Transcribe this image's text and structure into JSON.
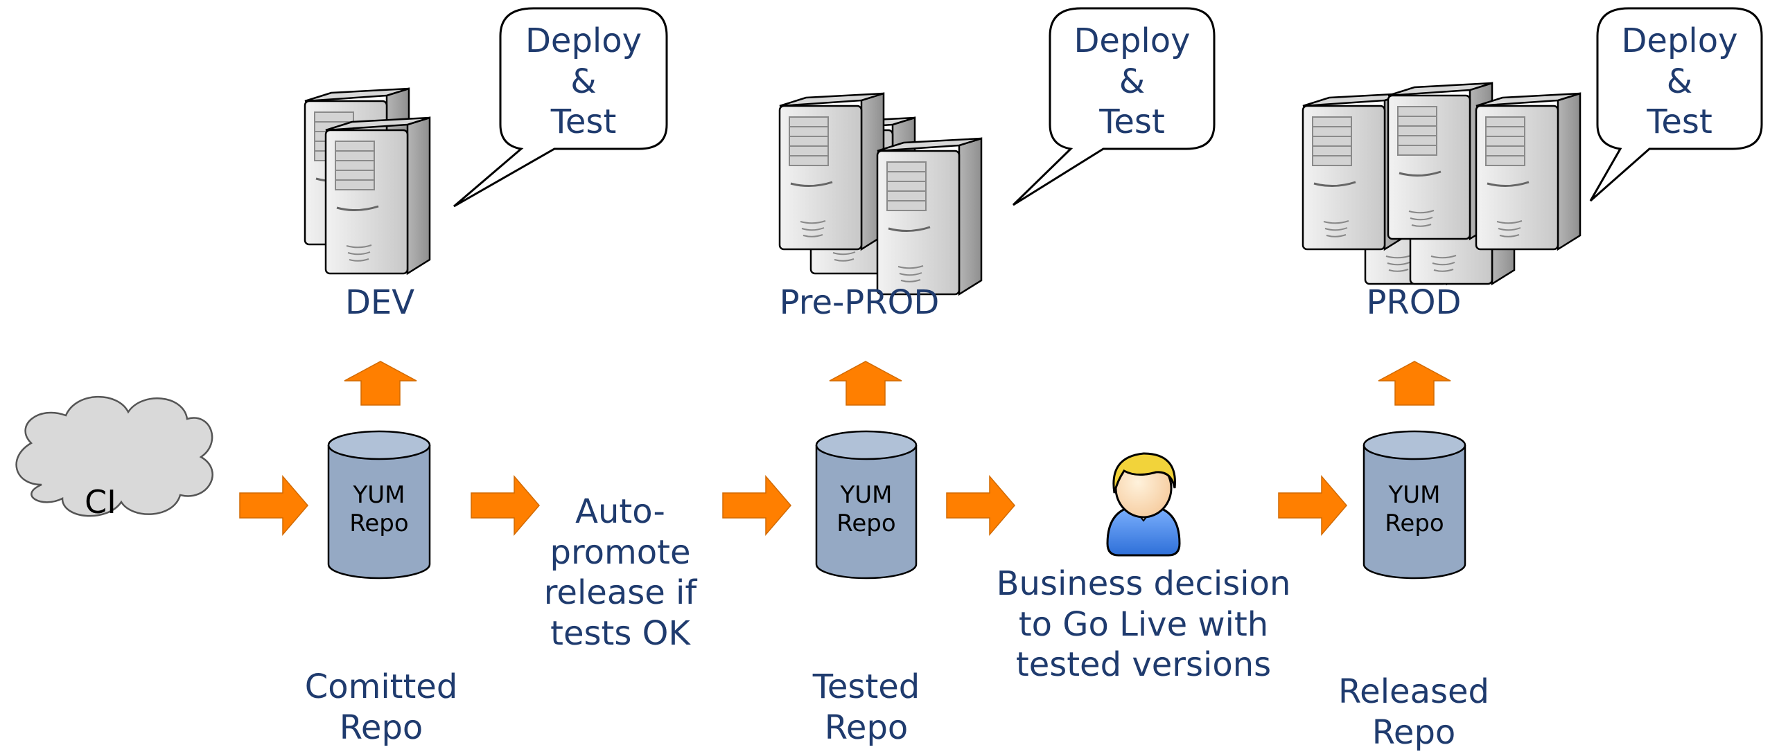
{
  "cloud": {
    "label": "CI"
  },
  "repos": [
    {
      "id": "committed",
      "text": "YUM\nRepo",
      "caption": "Comitted\nRepo"
    },
    {
      "id": "tested",
      "text": "YUM\nRepo",
      "caption": "Tested\nRepo"
    },
    {
      "id": "released",
      "text": "YUM\nRepo",
      "caption": "Released\nRepo"
    }
  ],
  "environments": [
    {
      "id": "dev",
      "label": "DEV",
      "bubble": "Deploy\n&\nTest"
    },
    {
      "id": "preprod",
      "label": "Pre-PROD",
      "bubble": "Deploy\n&\nTest"
    },
    {
      "id": "prod",
      "label": "PROD",
      "bubble": "Deploy\n&\nTest"
    }
  ],
  "notes": {
    "auto_promote": "Auto-\npromote\nrelease if\ntests OK",
    "business_decision": "Business decision\nto Go Live with\ntested versions"
  },
  "colors": {
    "arrow": "#ff7f00",
    "repo_fill": "#95a9c4",
    "text": "#1f3b6e",
    "cloud_fill": "#d9d9d9",
    "server_fill": "#e0e0e0"
  },
  "icons": {
    "person": "user-icon",
    "server": "server-icon",
    "cloud": "cloud-icon"
  }
}
